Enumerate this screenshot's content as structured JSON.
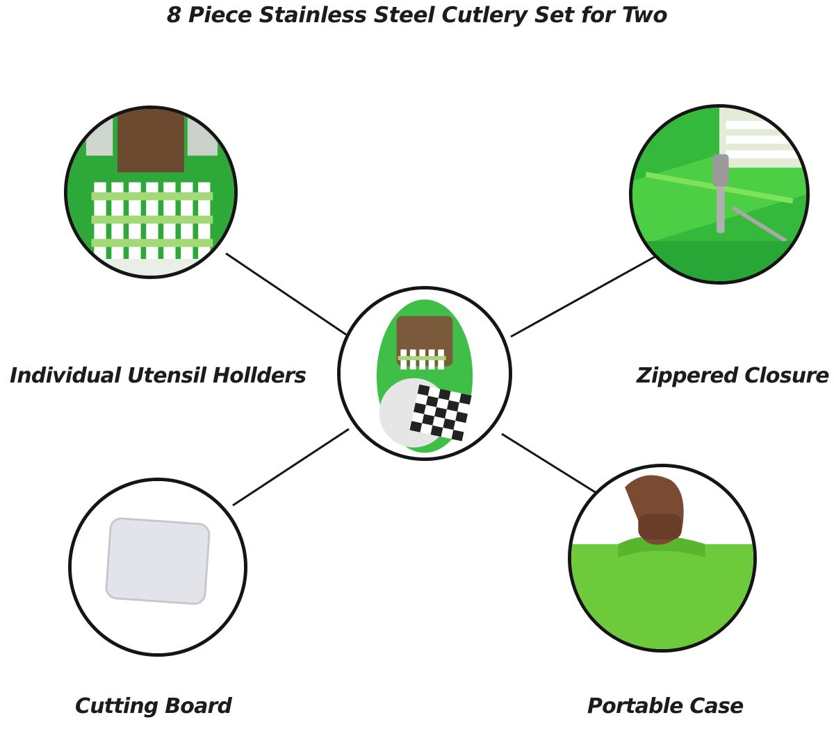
{
  "title": "8 Piece Stainless Steel Cutlery Set for Two",
  "features": {
    "utensil_holders": "Individual Utensil Hollders",
    "zippered_closure": "Zippered Closure",
    "cutting_board": "Cutting Board",
    "portable_case": "Portable Case"
  },
  "colors": {
    "accent_green": "#39b54a",
    "light_green": "#8cd84a",
    "outline": "#151515"
  },
  "icons": {
    "center": "cutlery-case-icon",
    "utensil_holders": "utensil-holders-icon",
    "zippered_closure": "zipper-icon",
    "cutting_board": "cutting-board-icon",
    "portable_case": "carry-handle-icon"
  }
}
